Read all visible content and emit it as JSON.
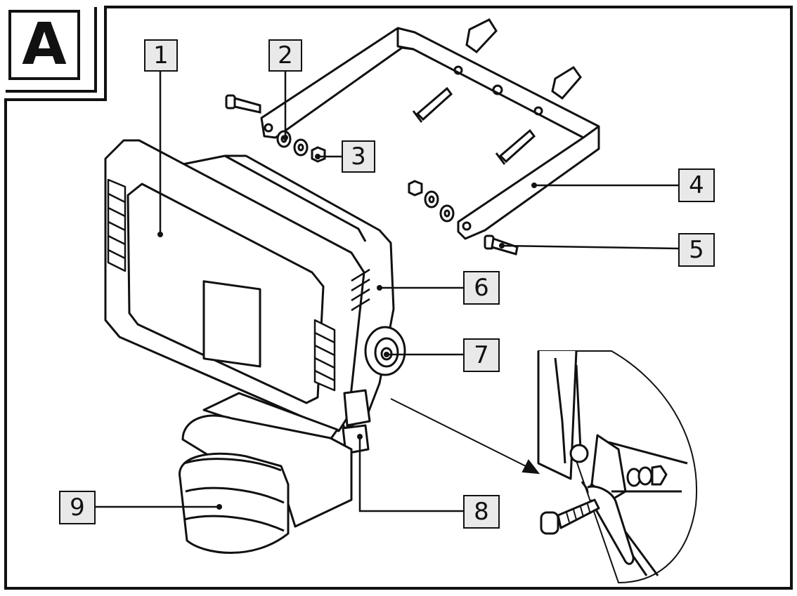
{
  "figure": {
    "section_label": "A",
    "callouts": [
      {
        "id": "1",
        "label": "1"
      },
      {
        "id": "2",
        "label": "2"
      },
      {
        "id": "3",
        "label": "3"
      },
      {
        "id": "4",
        "label": "4"
      },
      {
        "id": "5",
        "label": "5"
      },
      {
        "id": "6",
        "label": "6"
      },
      {
        "id": "7",
        "label": "7"
      },
      {
        "id": "8",
        "label": "8"
      },
      {
        "id": "9",
        "label": "9"
      }
    ]
  },
  "colors": {
    "line": "#111111",
    "callout_fill": "#e9e9e9",
    "background": "#ffffff"
  }
}
